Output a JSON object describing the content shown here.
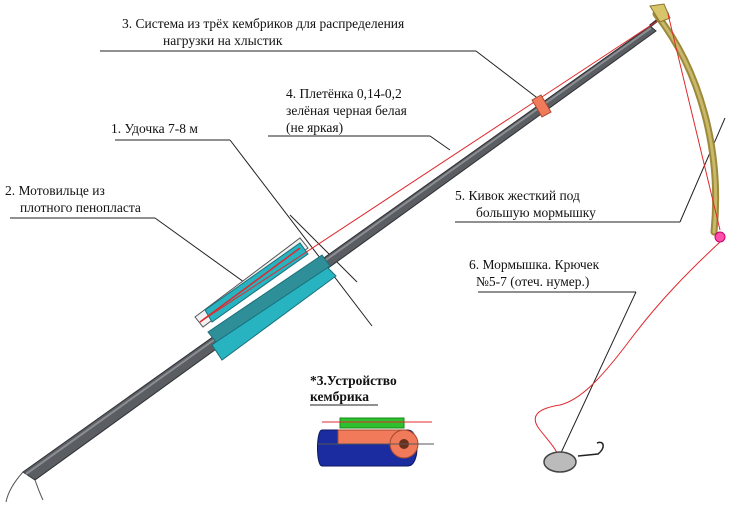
{
  "labels": {
    "system_line1": "3. Система из трёх кембриков для распределения",
    "system_line2": "нагрузки на хлыстик",
    "braid_line1": "4. Плетёнка 0,14-0,2",
    "braid_line2": "зелёная черная белая",
    "braid_line3": "(не яркая)",
    "rod": "1. Удочка 7-8 м",
    "reel_line1": "2. Мотовильце из",
    "reel_line2": "плотного пенопласта",
    "nod_line1": "5. Кивок жесткий под",
    "nod_line2": "большую мормышку",
    "jig_line1": "6. Мормышка. Крючек",
    "jig_line2": "№5-7 (отеч. нумер.)",
    "device_line1": "*3.Устройство",
    "device_line2": "кембрика"
  },
  "icons": {
    "rod": "fishing-rod",
    "reel": "foam-line-winder",
    "tubes": "cambric-tubes",
    "nod": "stiff-nod",
    "jig": "jig-lure",
    "hook": "hook"
  },
  "colors": {
    "rod_dark": "#5a5d62",
    "rod_light": "#8a8e93",
    "foam": "#28b3c0",
    "line": "#e0282c",
    "nod": "#9c8a3a",
    "tube_orange": "#f07a5a",
    "tube_green": "#2ec02e",
    "tube_blue": "#1a2ca0"
  }
}
